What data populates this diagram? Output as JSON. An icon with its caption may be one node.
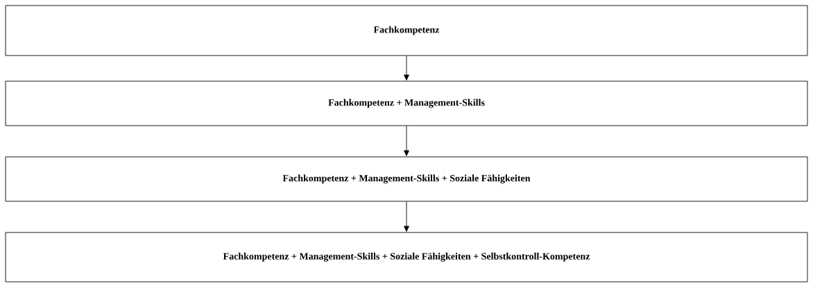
{
  "diagram": {
    "nodes": [
      {
        "text": [
          "Fachkompetenz"
        ]
      },
      {
        "text": [
          "Fachkompetenz + Management-Skills"
        ]
      },
      {
        "text": [
          "Fachkompetenz + Management-Skills + Soziale Fähigkeiten"
        ]
      },
      {
        "text": [
          "Fachkompetenz + Management-Skills + Soziale Fähigkeiten + Selbstkontroll-Kompetenz"
        ]
      }
    ],
    "edges": [
      {
        "from": 0,
        "to": 1,
        "arrow": "to"
      },
      {
        "from": 1,
        "to": 2,
        "arrow": "to"
      },
      {
        "from": 2,
        "to": 3,
        "arrow": "to"
      }
    ]
  }
}
